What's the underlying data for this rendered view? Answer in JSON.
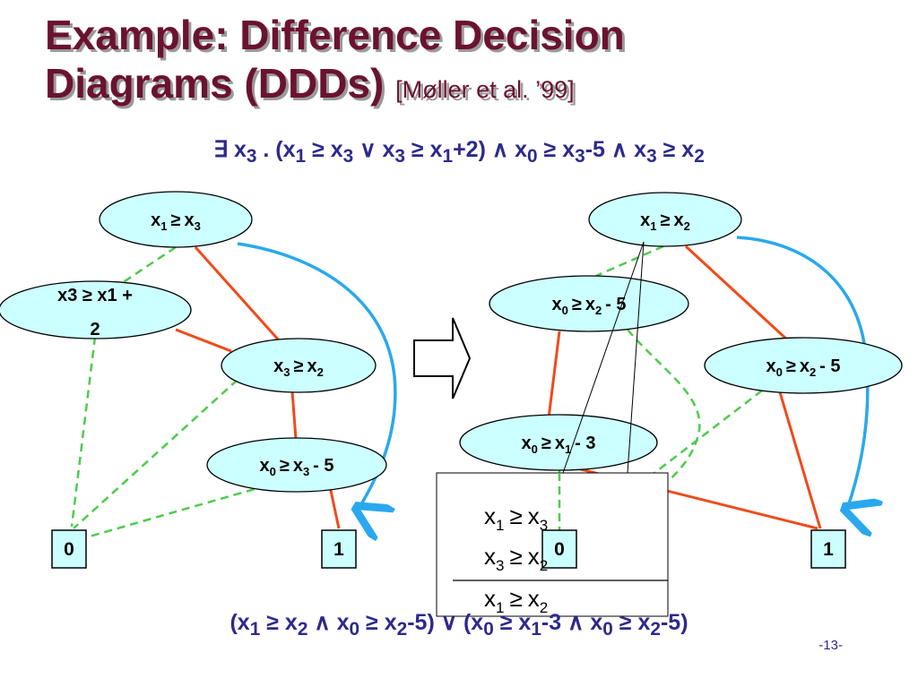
{
  "slide": {
    "title_line1": "Example: Difference Decision",
    "title_line2": "Diagrams (DDDs)",
    "citation": "[Møller et al. ’99]",
    "page_number": "-13-",
    "formula_top": "∃ x3 . (x1 ≥ x3 ∨ x3 ≥ x1+2) ∧ x0 ≥ x3-5 ∧ x3 ≥ x2",
    "formula_bottom": "(x1 ≥ x2 ∧ x0 ≥ x2-5) ∨ (x0 ≥ x1-3 ∧ x0 ≥ x2-5)"
  },
  "diagram": {
    "colors": {
      "node_fill": "#ccffff",
      "terminal_fill": "#ccffff",
      "high_edge": "#f04a1a",
      "low_edge": "#4ccc4c",
      "path_arrow": "#2aa8ee",
      "transform_arrow": "#000000"
    },
    "left": {
      "nodes": {
        "n1": {
          "var": "x",
          "sub": "1",
          "op": "≥",
          "rhs": "x",
          "rsub": "3",
          "tail": ""
        },
        "n2": {
          "line1": "x3 ≥ x1 +",
          "line2": "2"
        },
        "n3": {
          "var": "x",
          "sub": "3",
          "op": "≥",
          "rhs": "x",
          "rsub": "2",
          "tail": ""
        },
        "n4": {
          "var": "x",
          "sub": "0",
          "op": "≥",
          "rhs": "x",
          "rsub": "3",
          "tail": "- 5"
        }
      },
      "terminals": {
        "zero": "0",
        "one": "1"
      }
    },
    "right": {
      "nodes": {
        "m1": {
          "var": "x",
          "sub": "1",
          "op": "≥",
          "rhs": "x",
          "rsub": "2",
          "tail": ""
        },
        "m2": {
          "var": "x",
          "sub": "0",
          "op": "≥",
          "rhs": "x",
          "rsub": "2",
          "tail": "- 5"
        },
        "m3": {
          "var": "x",
          "sub": "0",
          "op": "≥",
          "rhs": "x",
          "rsub": "2",
          "tail": "- 5"
        },
        "m4": {
          "var": "x",
          "sub": "0",
          "op": "≥",
          "rhs": "x",
          "rsub": "1",
          "tail": "- 3"
        }
      },
      "terminals": {
        "zero": "0",
        "one": "1"
      }
    },
    "inset": {
      "lines": [
        {
          "var": "x",
          "sub": "1",
          "op": "≥",
          "rhs": "x",
          "rsub": "3"
        },
        {
          "var": "x",
          "sub": "3",
          "op": "≥",
          "rhs": "x",
          "rsub": "2"
        },
        {
          "var": "x",
          "sub": "1",
          "op": "≥",
          "rhs": "x",
          "rsub": "2"
        }
      ]
    }
  }
}
